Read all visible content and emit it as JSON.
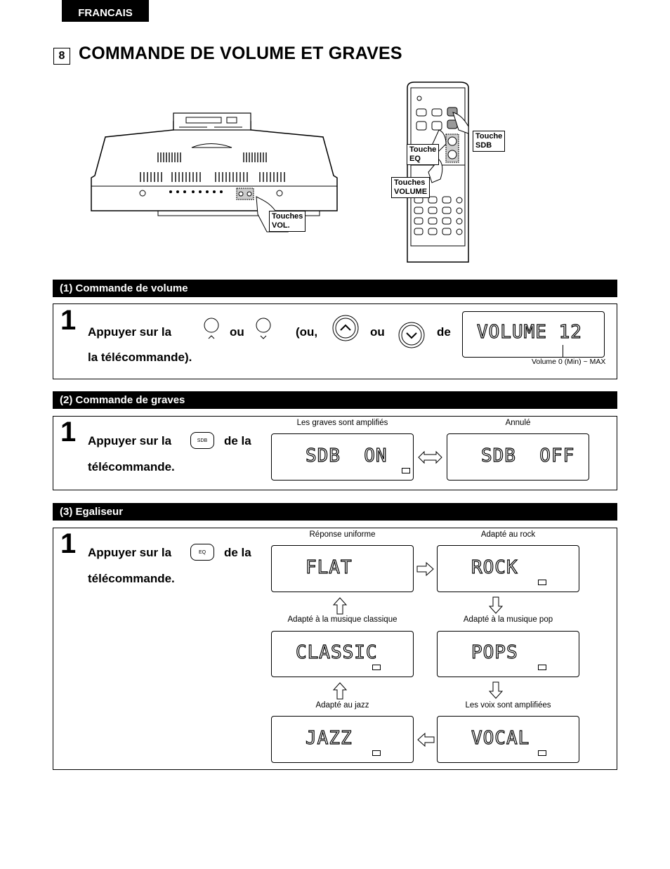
{
  "header": {
    "language_tab": "FRANCAIS",
    "section_number": "8",
    "section_title": "COMMANDE DE VOLUME ET GRAVES"
  },
  "figure": {
    "unit_label": "Touches\nVOL.",
    "remote_labels": {
      "sdb": "Touche\nSDB",
      "eq": "Touche\nEQ",
      "volume": "Touches\nVOLUME"
    }
  },
  "volume": {
    "heading": "(1) Commande de volume",
    "step": "1",
    "text_start": "Appuyer sur la",
    "text_ou1": "ou",
    "text_ou_paren": "(ou,",
    "text_ou2": "ou",
    "text_de": "de",
    "text_line2": "la télécommande).",
    "display": "VOLUME 12",
    "range_caption": "Volume 0 (Min) ~ MAX"
  },
  "bass": {
    "heading": "(2) Commande de graves",
    "step": "1",
    "text_start": "Appuyer sur la",
    "button_label": "SDB",
    "text_de_la": "de la",
    "text_line2": "télécommande.",
    "caption_on": "Les graves sont amplifiés",
    "caption_off": "Annulé",
    "display_on": "SDB  ON",
    "display_off": "SDB  OFF"
  },
  "eq": {
    "heading": "(3) Egaliseur",
    "step": "1",
    "text_start": "Appuyer sur la",
    "button_label": "EQ",
    "text_de_la": "de la",
    "text_line2": "télécommande.",
    "modes": [
      {
        "caption": "Réponse uniforme",
        "display": "FLAT"
      },
      {
        "caption": "Adapté au rock",
        "display": "ROCK"
      },
      {
        "caption": "Adapté à la musique classique",
        "display": "CLASSIC"
      },
      {
        "caption": "Adapté à la musique pop",
        "display": "POPS"
      },
      {
        "caption": "Adapté au jazz",
        "display": "JAZZ"
      },
      {
        "caption": "Les voix sont amplifiées",
        "display": "VOCAL"
      }
    ]
  }
}
